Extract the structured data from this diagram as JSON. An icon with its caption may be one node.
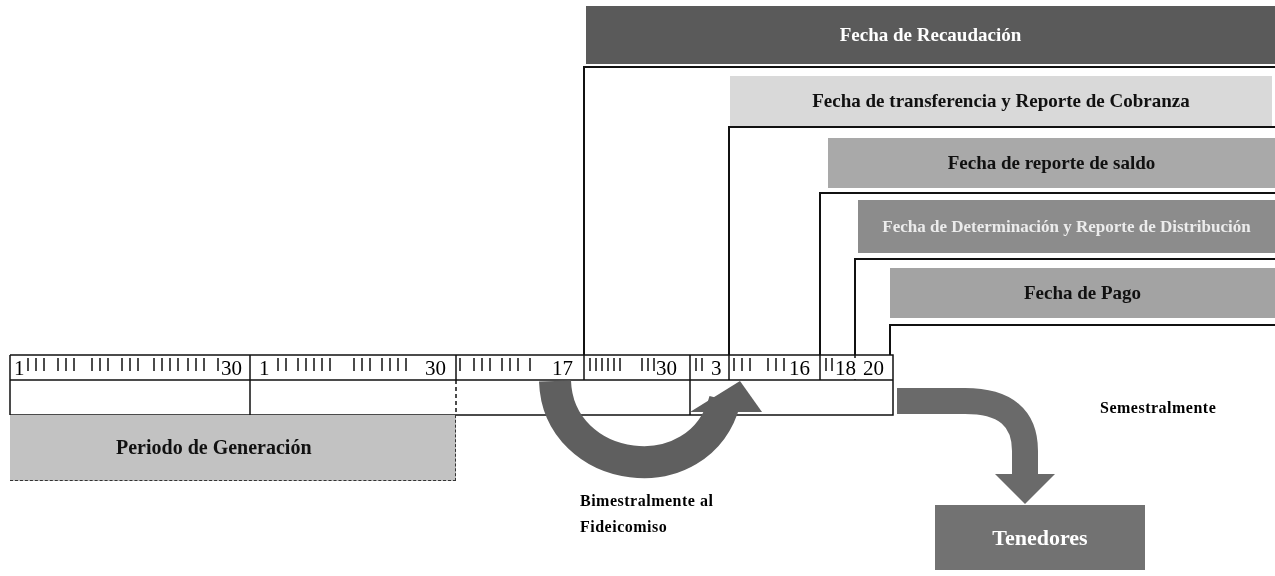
{
  "diagram": {
    "nodes": [
      {
        "text": [
          "Fecha de Recaudación"
        ]
      },
      {
        "text": [
          "Fecha de transferencia y Reporte de Cobranza"
        ]
      },
      {
        "text": [
          "Fecha de reporte de saldo"
        ]
      },
      {
        "text": [
          "Fecha de Determinación y Reporte de Distribución"
        ]
      },
      {
        "text": [
          "Fecha de Pago"
        ]
      },
      {
        "text": [
          "Periodo de Generación"
        ]
      },
      {
        "text": [
          "Tenedores"
        ]
      }
    ],
    "edges": [
      {
        "from": null,
        "to": 6,
        "arrow": "to"
      }
    ],
    "labels": [
      "1",
      "30",
      "1",
      "30",
      "17",
      "30",
      "3",
      "16",
      "18",
      "20",
      "Bimestralmente al Fideicomiso",
      "Semestralmente"
    ]
  }
}
